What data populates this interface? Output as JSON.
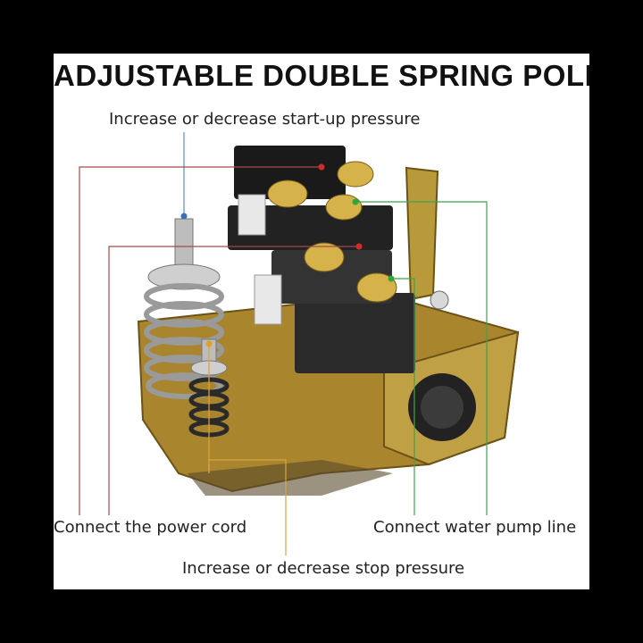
{
  "title": "ADJUSTABLE DOUBLE SPRING POLE",
  "labels": {
    "startup": "Increase or decrease start-up pressure",
    "power": "Connect the power cord",
    "pump": "Connect water pump line",
    "stop": "Increase or decrease stop pressure"
  },
  "colors": {
    "background": "#000000",
    "panel": "#ffffff",
    "startup_line": "#5a8fc8",
    "power_line": "#a34a4a",
    "pump_line": "#3fa34a",
    "stop_line": "#d9a441"
  }
}
